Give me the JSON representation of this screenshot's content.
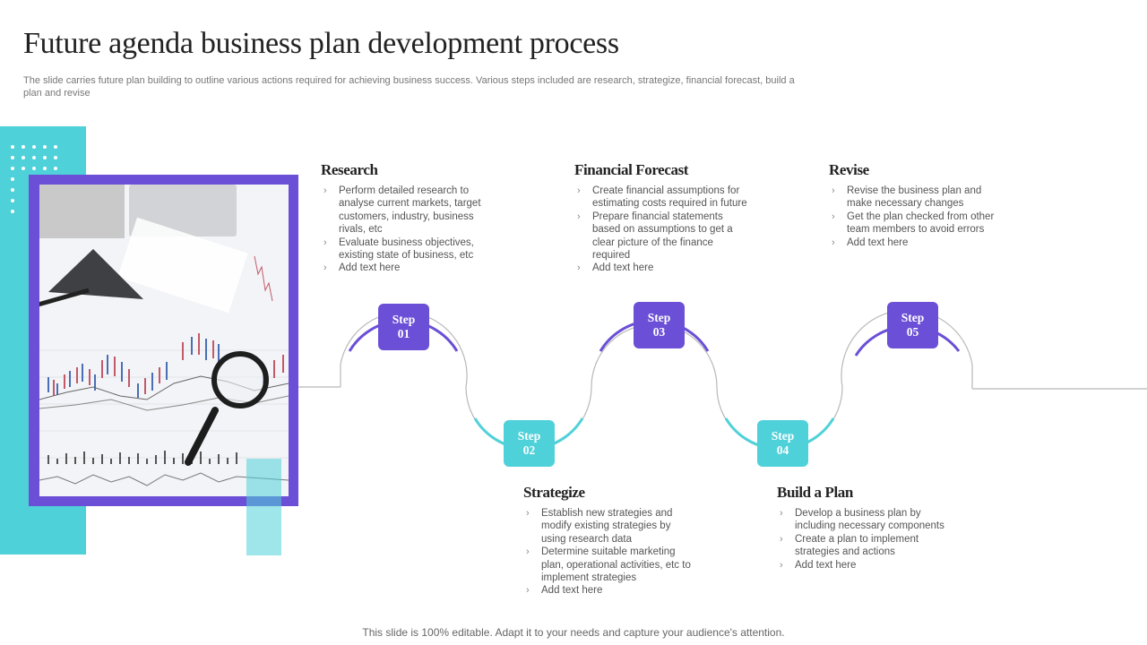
{
  "header": {
    "title": "Future agenda business plan development process",
    "subtitle": "The slide carries future plan building to outline various actions required for achieving business success. Various steps included are research, strategize, financial forecast, build a plan and revise"
  },
  "colors": {
    "purple": "#6b4fd6",
    "teal": "#4fd1d9",
    "line": "#b8b8b8"
  },
  "photo": {
    "icon": "stock-chart-magnifier-image"
  },
  "steps": [
    {
      "word": "Step",
      "num": "01",
      "title": "Research",
      "bullets": [
        "Perform detailed research to analyse current markets, target customers, industry, business rivals, etc",
        "Evaluate business objectives, existing state of business, etc",
        "Add text here"
      ]
    },
    {
      "word": "Step",
      "num": "02",
      "title": "Strategize",
      "bullets": [
        "Establish new strategies and modify existing strategies by using research data",
        "Determine suitable marketing plan, operational activities, etc to implement strategies",
        "Add text here"
      ]
    },
    {
      "word": "Step",
      "num": "03",
      "title": "Financial Forecast",
      "bullets": [
        "Create financial assumptions for estimating costs required in future",
        "Prepare financial statements based on assumptions to get a clear picture of the finance required",
        "Add text here"
      ]
    },
    {
      "word": "Step",
      "num": "04",
      "title": "Build a Plan",
      "bullets": [
        "Develop a business plan by including necessary components",
        "Create a plan to implement strategies and actions",
        "Add text here"
      ]
    },
    {
      "word": "Step",
      "num": "05",
      "title": "Revise",
      "bullets": [
        "Revise the business plan and make necessary changes",
        "Get the plan checked from other team members to avoid errors",
        "Add text here"
      ]
    }
  ],
  "footer": {
    "text": "This slide is 100% editable. Adapt it to your needs and capture your audience's attention."
  }
}
